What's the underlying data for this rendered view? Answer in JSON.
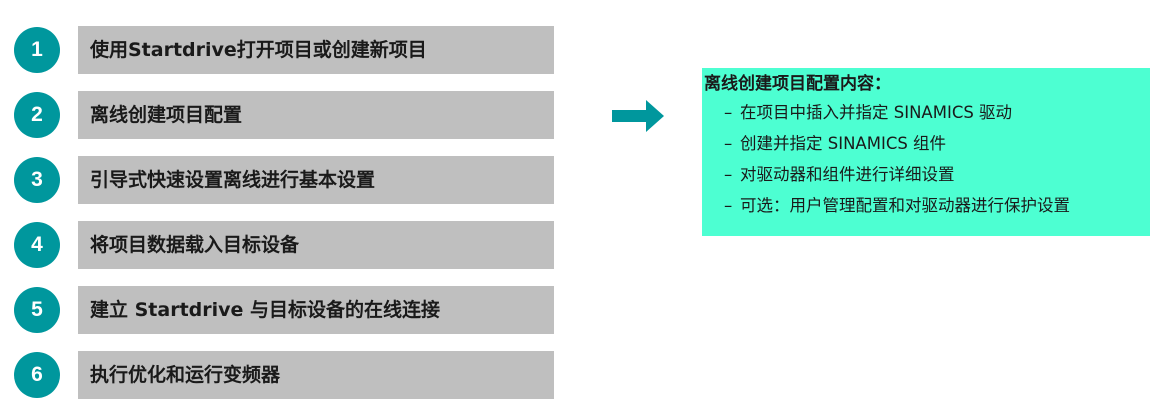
{
  "steps": [
    {
      "number": "1",
      "label": "使用Startdrive打开项目或创建新项目"
    },
    {
      "number": "2",
      "label": "离线创建项目配置"
    },
    {
      "number": "3",
      "label": "引导式快速设置离线进行基本设置"
    },
    {
      "number": "4",
      "label": "将项目数据载入目标设备"
    },
    {
      "number": "5",
      "label": "建立 Startdrive 与目标设备的在线连接"
    },
    {
      "number": "6",
      "label": "执行优化和运行变频器"
    }
  ],
  "info": {
    "title": "离线创建项目配置内容：",
    "bullet": "–",
    "items": [
      "在项目中插入并指定 SINAMICS 驱动",
      "创建并指定 SINAMICS 组件",
      "对驱动器和组件进行详细设置",
      "可选：用户管理配置和对驱动器进行保护设置"
    ]
  },
  "colors": {
    "circle": "#00979d",
    "step_box": "#bfbfbf",
    "arrow": "#00979d",
    "info_bg": "#4dffd2"
  },
  "icons": {
    "arrow": "right-arrow-icon"
  }
}
